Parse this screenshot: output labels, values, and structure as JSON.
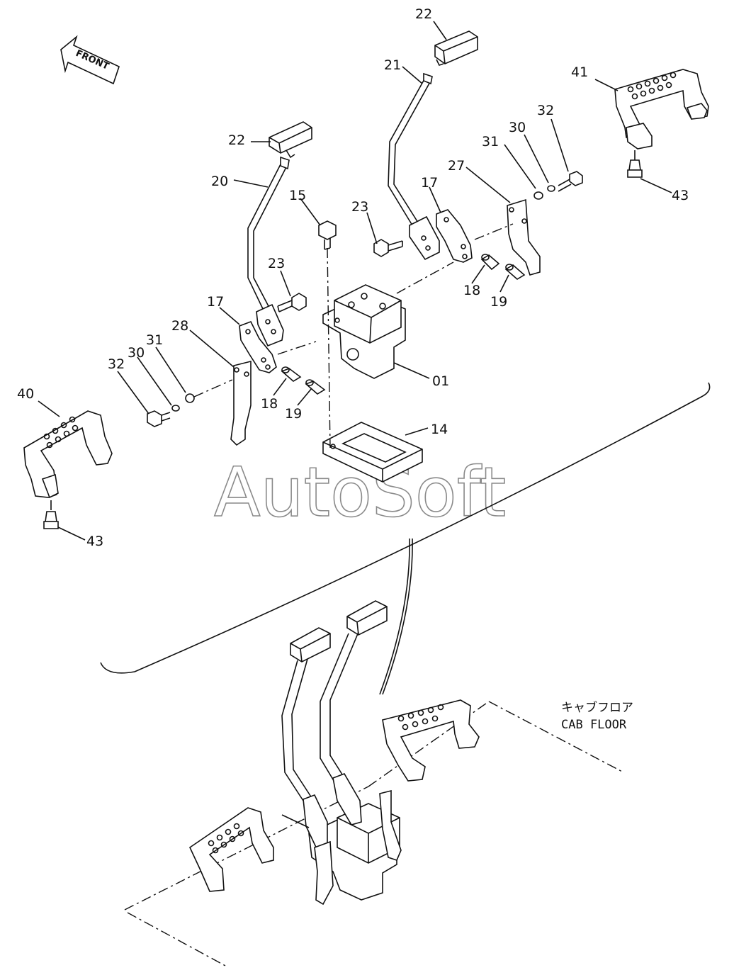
{
  "front_label": "FRONT",
  "watermark": "AutoSoft",
  "cab_floor": {
    "jp": "キャブフロア",
    "en": "CAB FLOOR"
  },
  "labels": {
    "p22a": "22",
    "p21": "21",
    "p41": "41",
    "p32a": "32",
    "p30a": "30",
    "p31a": "31",
    "p27": "27",
    "p17a": "17",
    "p43a": "43",
    "p22b": "22",
    "p20": "20",
    "p15": "15",
    "p23a": "23",
    "p23b": "23",
    "p18a": "18",
    "p19a": "19",
    "p17b": "17",
    "p28": "28",
    "p31b": "31",
    "p30b": "30",
    "p32b": "32",
    "p01": "01",
    "p18b": "18",
    "p19b": "19",
    "p40": "40",
    "p14": "14",
    "p43b": "43"
  }
}
